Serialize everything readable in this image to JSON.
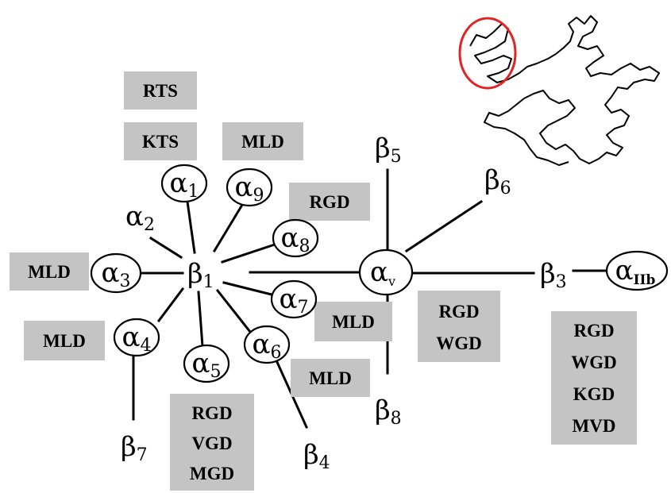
{
  "colors": {
    "background": "#ffffff",
    "box_fill": "#c4c4c4",
    "stroke": "#000000",
    "highlight_circle": "#e02424"
  },
  "nodes": {
    "b1": {
      "base": "β",
      "sub": "1"
    },
    "a1": {
      "base": "α",
      "sub": "1"
    },
    "a2": {
      "base": "α",
      "sub": "2"
    },
    "a3": {
      "base": "α",
      "sub": "3"
    },
    "a4": {
      "base": "α",
      "sub": "4"
    },
    "a5": {
      "base": "α",
      "sub": "5"
    },
    "a6": {
      "base": "α",
      "sub": "6"
    },
    "a7": {
      "base": "α",
      "sub": "7"
    },
    "a8": {
      "base": "α",
      "sub": "8"
    },
    "a9": {
      "base": "α",
      "sub": "9"
    },
    "b7": {
      "base": "β",
      "sub": "7"
    },
    "b4": {
      "base": "β",
      "sub": "4"
    },
    "av": {
      "base": "α",
      "sub": "v"
    },
    "b5": {
      "base": "β",
      "sub": "5"
    },
    "b6": {
      "base": "β",
      "sub": "6"
    },
    "b8": {
      "base": "β",
      "sub": "8"
    },
    "b3": {
      "base": "β",
      "sub": "3"
    },
    "a2b": {
      "base": "α",
      "sub": "IIb"
    }
  },
  "motifs": {
    "rts": [
      "RTS"
    ],
    "kts": [
      "KTS"
    ],
    "mld_a9": [
      "MLD"
    ],
    "rgd_a8": [
      "RGD"
    ],
    "mld_a3": [
      "MLD"
    ],
    "mld_a4": [
      "MLD"
    ],
    "mld_a7": [
      "MLD"
    ],
    "mld_a6": [
      "MLD"
    ],
    "a5_list": [
      "RGD",
      "VGD",
      "MGD"
    ],
    "av_list": [
      "RGD",
      "WGD"
    ],
    "a2b_list": [
      "RGD",
      "WGD",
      "KGD",
      "MVD"
    ]
  }
}
